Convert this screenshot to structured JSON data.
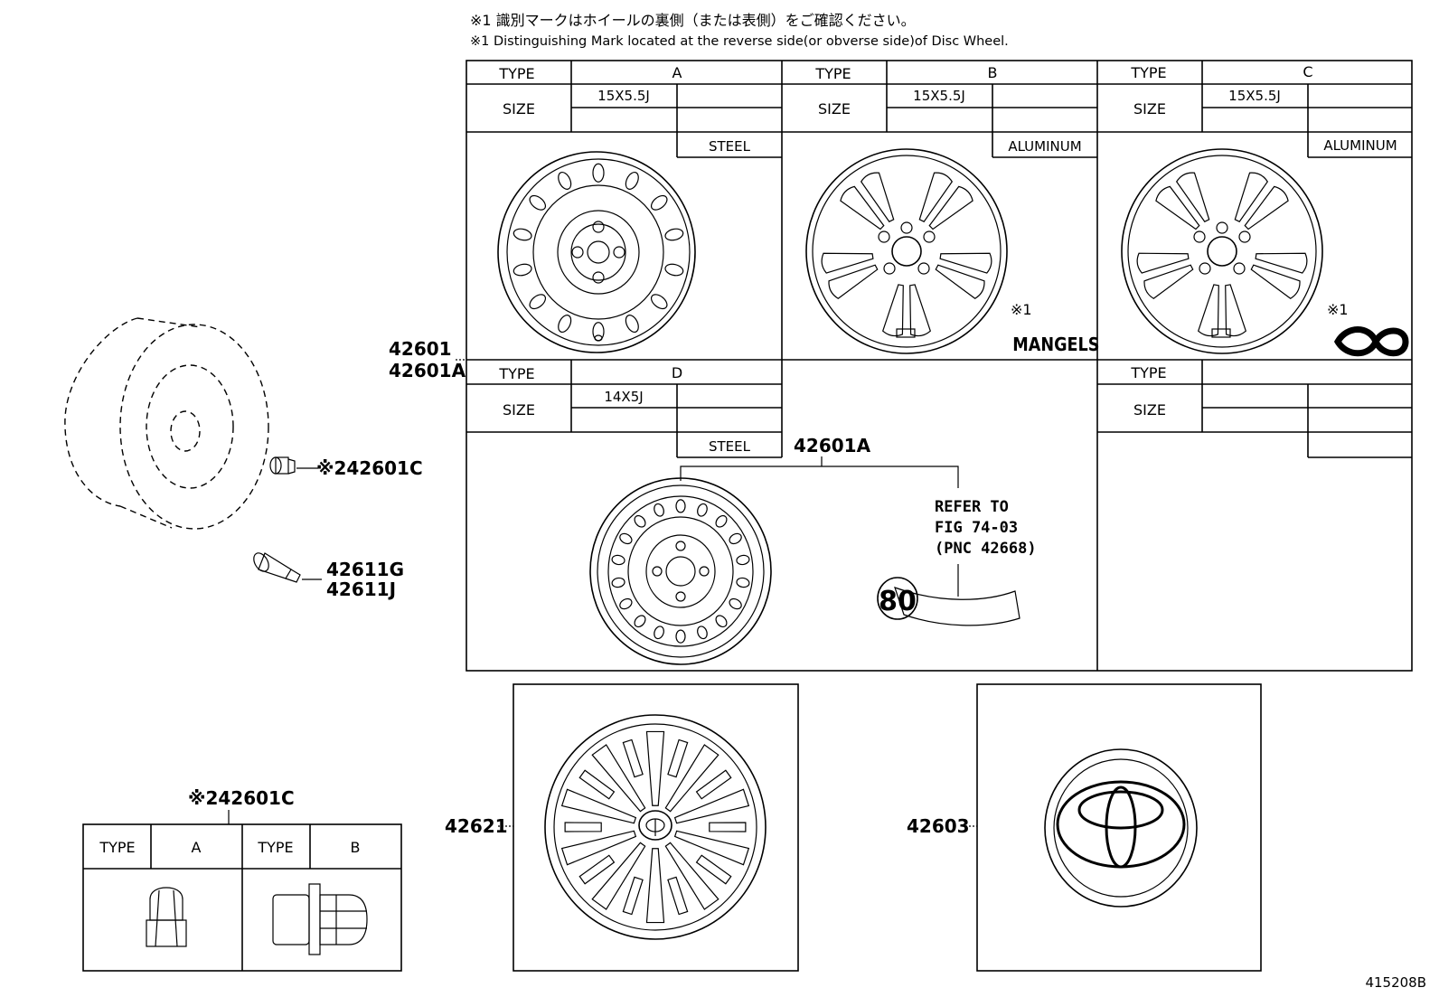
{
  "notes": {
    "jp": "※1 識別マークはホイールの裏側（または表側）をご確認ください。",
    "en": "※1 Distinguishing Mark located at the reverse side(or obverse side)of Disc Wheel."
  },
  "wheel_table": {
    "type_header": "TYPE",
    "size_header": "SIZE",
    "types": [
      {
        "type": "A",
        "size": "15X5.5J",
        "material": "STEEL"
      },
      {
        "type": "B",
        "size": "15X5.5J",
        "material": "ALUMINUM",
        "mark_ref": "※1",
        "mark_text": "MANGELS"
      },
      {
        "type": "C",
        "size": "15X5.5J",
        "material": "ALUMINUM",
        "mark_ref": "※1",
        "mark_symbol": "∞"
      },
      {
        "type": "D",
        "size": "14X5J",
        "material": "STEEL"
      }
    ]
  },
  "callouts": {
    "wheel": [
      "42601",
      "42601A"
    ],
    "spare": "42601A",
    "refer": [
      "REFER TO",
      "FIG 74-03",
      "(PNC 42668)"
    ],
    "speed_label": "80",
    "nut": "※242601C",
    "valve": [
      "42611G",
      "42611J"
    ],
    "wheel_cap": "42621",
    "center_ornament": "42603"
  },
  "nut_table": {
    "title": "※242601C",
    "headers": [
      "TYPE",
      "A",
      "TYPE",
      "B"
    ]
  },
  "figure_code": "415208B"
}
